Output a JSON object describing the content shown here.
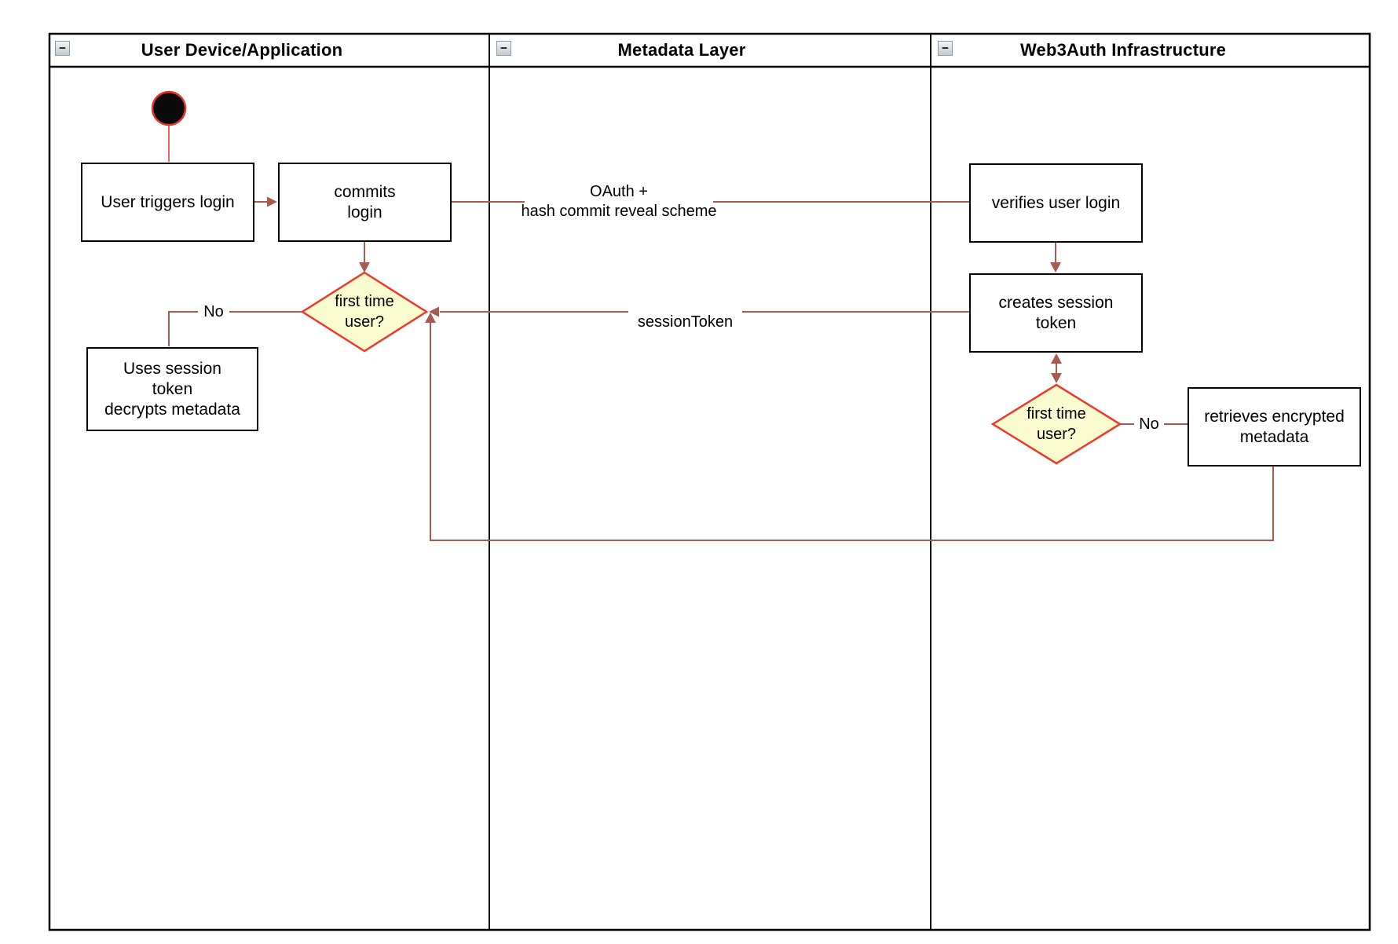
{
  "diagram": {
    "type": "swimlane-activity-diagram",
    "colors": {
      "connector": "#a85a52",
      "accent_red": "#ee392c",
      "start_fill": "#0a0a0a",
      "decision_fill": "#fbfbd0",
      "node_border": "#000000",
      "lane_border": "#000000"
    }
  },
  "icons": {
    "collapse": "−"
  },
  "lanes": [
    {
      "label": "User Device/Application"
    },
    {
      "label": "Metadata Layer"
    },
    {
      "label": "Web3Auth Infrastructure"
    }
  ],
  "nodes": {
    "user_triggers_login": "User triggers login",
    "commits_login": "commits\nlogin",
    "first_time_user_device": "first time\nuser?",
    "uses_session_token": "Uses session\ntoken\ndecrypts metadata",
    "verifies_user_login": "verifies user login",
    "creates_session_token": "creates session\ntoken",
    "first_time_user_web3auth": "first time\nuser?",
    "retrieves_encrypted_metadata": "retrieves encrypted\nmetadata"
  },
  "edges": {
    "oauth_label": "OAuth +\nhash commit reveal scheme",
    "session_token_label": "sessionToken",
    "no_label_device": "No",
    "no_label_web3auth": "No"
  }
}
